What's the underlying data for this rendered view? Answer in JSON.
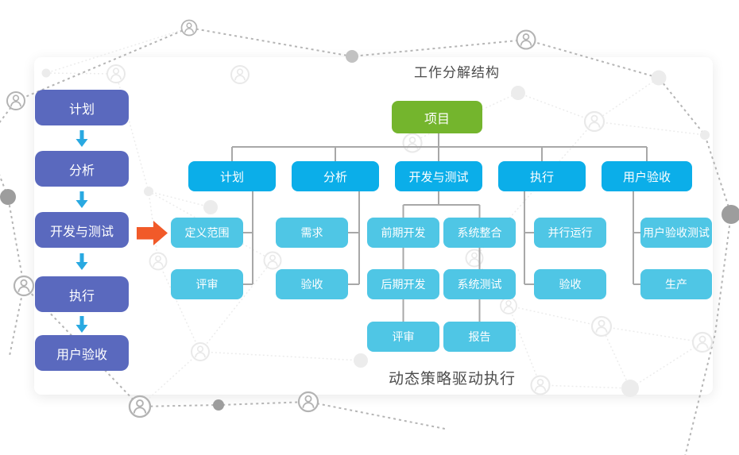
{
  "header": {
    "title": "工作分解结构"
  },
  "footer": {
    "caption": "动态策略驱动执行"
  },
  "colors": {
    "phase_box": "#5A69BE",
    "branch_box": "#0BAEE9",
    "leaf_box": "#4FC6E5",
    "root_box": "#74B52D",
    "connector": "#A8A8A8",
    "flow_arrow": "#29A9E1",
    "highlight_arrow": "#F15A29",
    "text_dark": "#4C4C4C",
    "decor_dark": "#B5B5B5",
    "decor_light": "#ECECEC",
    "node_dark": "#9D9D9D"
  },
  "phases": [
    "计划",
    "分析",
    "开发与测试",
    "执行",
    "用户验收"
  ],
  "tree": {
    "root": "项目",
    "branches": [
      "计划",
      "分析",
      "开发与测试",
      "执行",
      "用户验收"
    ],
    "plan_children": [
      "定义范围",
      "评审"
    ],
    "analysis_children": [
      "需求",
      "验收"
    ],
    "dev_left": [
      "前期开发",
      "后期开发",
      "评审"
    ],
    "dev_right": [
      "系统整合",
      "系统测试",
      "报告"
    ],
    "exec_children": [
      "并行运行",
      "验收"
    ],
    "uat_children": [
      "用户验收测试",
      "生产"
    ]
  },
  "icons": {
    "avatar_node": "person-in-circle",
    "network_dot": "dot",
    "down_arrow": "down-arrow",
    "highlight_arrow": "right-arrow"
  }
}
